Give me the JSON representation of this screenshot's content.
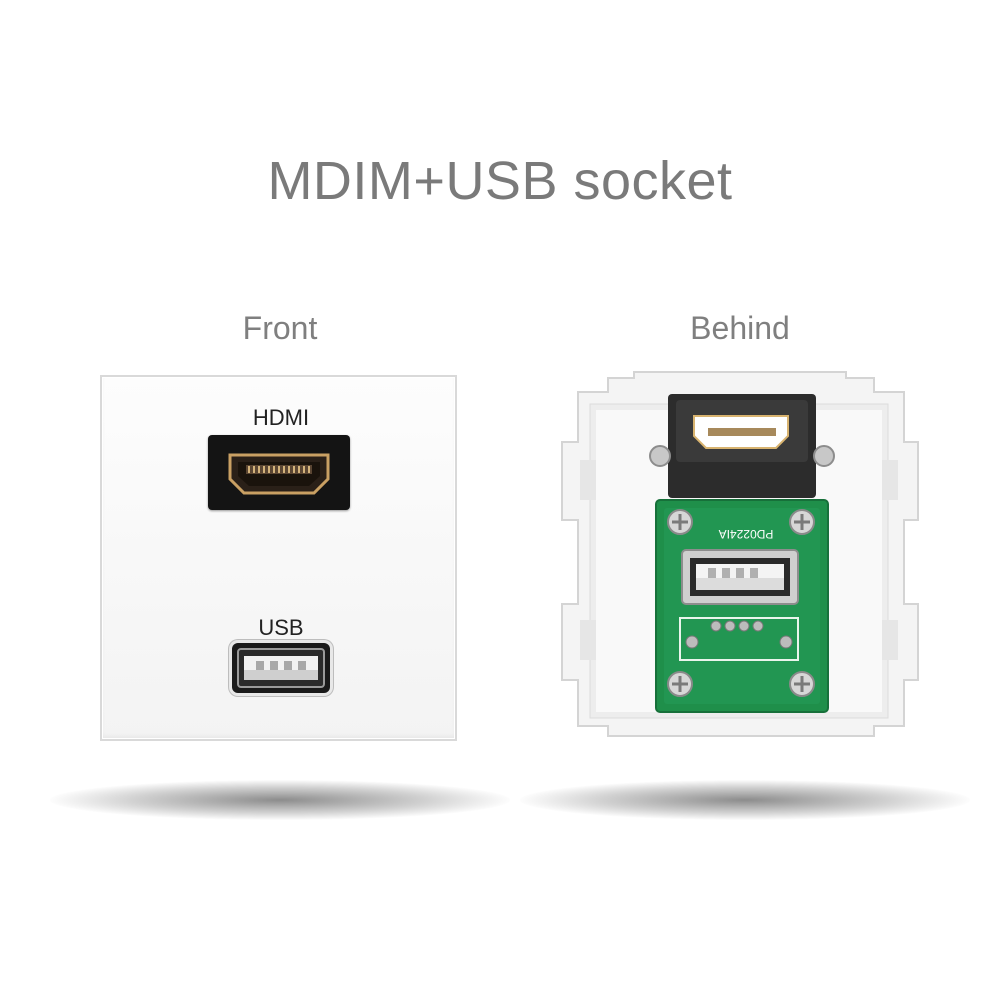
{
  "title": "MDIM+USB socket",
  "views": {
    "front": {
      "caption": "Front",
      "hdmi_label": "HDMI",
      "usb_label": "USB"
    },
    "behind": {
      "caption": "Behind",
      "pcb_marking": "PD0224IA"
    }
  },
  "colors": {
    "text_gray": "#7a7a7a",
    "plate_white": "#f7f7f7",
    "pcb_green": "#1f8f4a",
    "port_black": "#141414",
    "connector_gold": "#c9a063"
  },
  "icons": [
    "hdmi-port-icon",
    "usb-port-icon",
    "screw-icon"
  ]
}
